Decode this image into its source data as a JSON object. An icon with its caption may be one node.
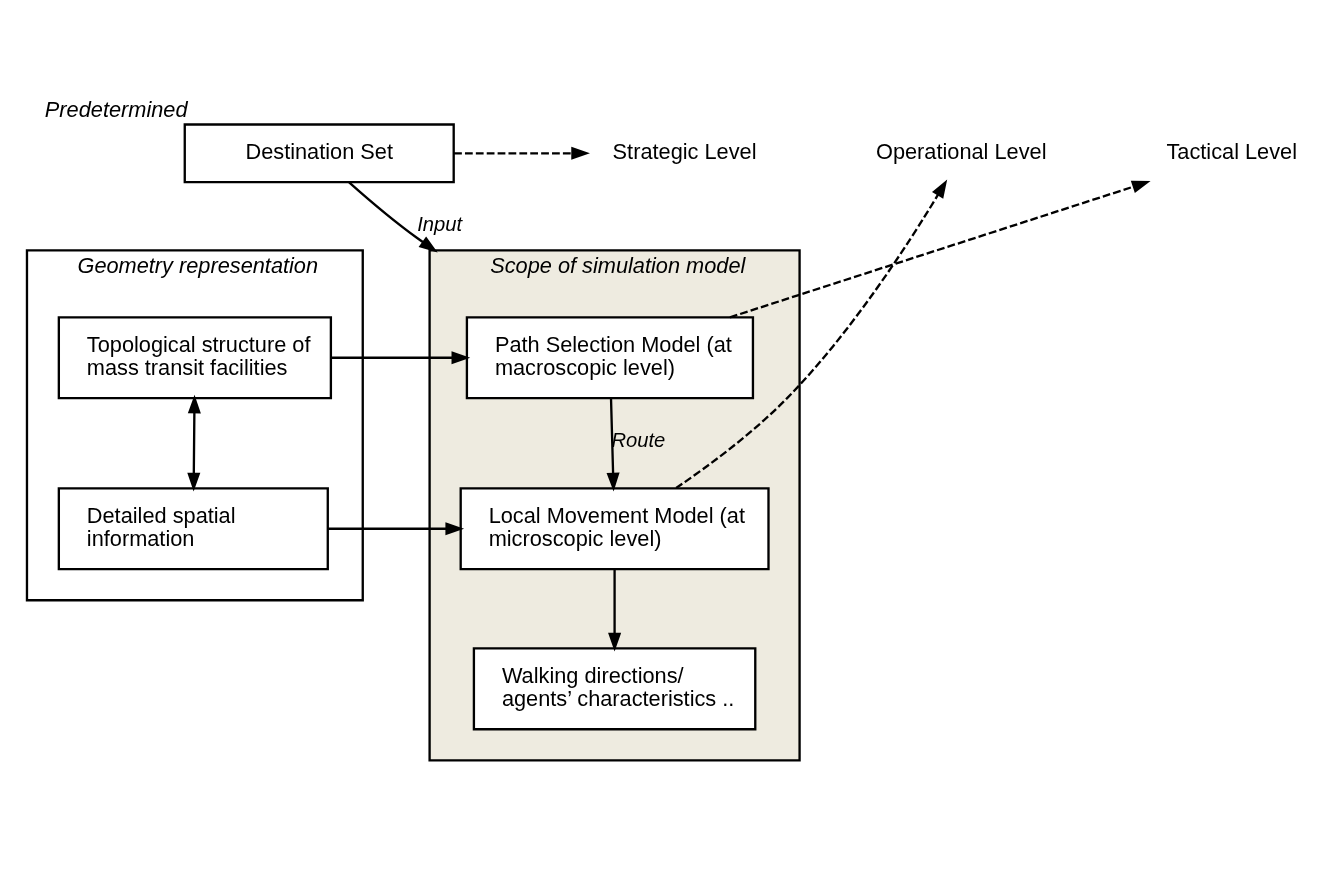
{
  "diagram": {
    "nodes": [
      {
        "text": [
          "Destination Set"
        ],
        "beside": [
          "Predetermined"
        ]
      },
      {
        "text": [
          "Strategic Level"
        ]
      },
      {
        "text": [
          "Geometry representation"
        ]
      },
      {
        "text": [
          "Topological structure of mass transit facilities"
        ],
        "in": 2
      },
      {
        "text": [
          "Detailed spatial information"
        ],
        "in": 2
      },
      {
        "text": [
          "Scope of simulation model"
        ]
      },
      {
        "text": [
          "Path Selection Model (at macroscopic level)"
        ],
        "in": 5
      },
      {
        "text": [
          "Local Movement Model (at microscopic level)"
        ],
        "in": 5
      },
      {
        "text": [
          "Walking directions/ agents’ characteristics .."
        ],
        "in": 5
      },
      {
        "text": [
          "Tactical Level"
        ]
      },
      {
        "text": [
          "Operational Level"
        ]
      }
    ],
    "edges": [
      {
        "from": 0,
        "to": 5,
        "arrow": "to",
        "label": "Input"
      },
      {
        "from": 0,
        "to": 1,
        "arrow": "to",
        "style": "dashed"
      },
      {
        "from": 3,
        "to": 6,
        "arrow": "to"
      },
      {
        "from": 3,
        "to": 4,
        "arrow": "both"
      },
      {
        "from": 4,
        "to": 7,
        "arrow": "to"
      },
      {
        "from": 6,
        "to": 9,
        "arrow": "to",
        "style": "dashed"
      },
      {
        "from": 6,
        "to": 7,
        "arrow": "to",
        "label": "Route"
      },
      {
        "from": 7,
        "to": 10,
        "arrow": "to",
        "style": "dashed"
      },
      {
        "from": 7,
        "to": 8,
        "arrow": "to"
      }
    ]
  }
}
